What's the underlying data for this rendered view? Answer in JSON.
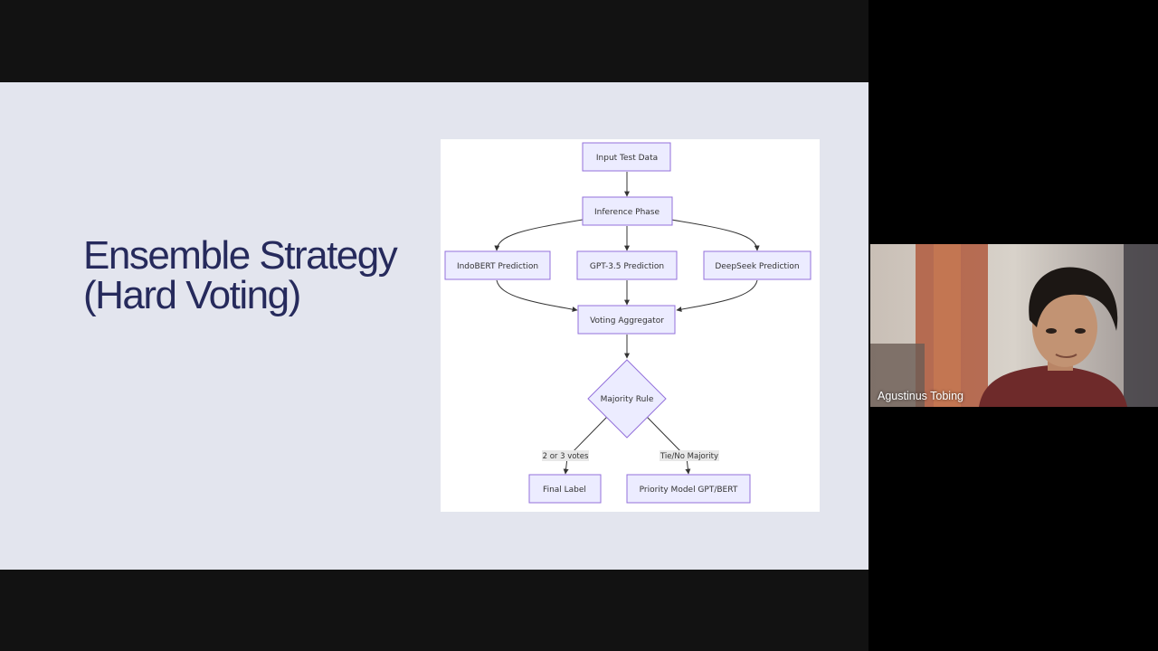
{
  "slide": {
    "title_line1": "Ensemble Strategy",
    "title_line2": "(Hard Voting)"
  },
  "diagram": {
    "nodes": {
      "input": "Input Test Data",
      "inference": "Inference Phase",
      "indobert": "IndoBERT Prediction",
      "gpt": "GPT-3.5 Prediction",
      "deepseek": "DeepSeek Prediction",
      "aggregator": "Voting Aggregator",
      "majority": "Majority Rule",
      "final": "Final Label",
      "priority": "Priority Model GPT/BERT"
    },
    "edge_labels": {
      "votes": "2 or 3 votes",
      "tie": "Tie/No Majority"
    },
    "colors": {
      "node_fill": "#ececff",
      "node_stroke": "#9370db",
      "edge": "#333333",
      "edge_label_bg": "#e8e8e8"
    }
  },
  "video": {
    "participant_name": "Agustinus Tobing"
  },
  "colors": {
    "slide_background": "#e3e5ee",
    "title_color": "#262a5c",
    "letterbox": "#121212"
  }
}
